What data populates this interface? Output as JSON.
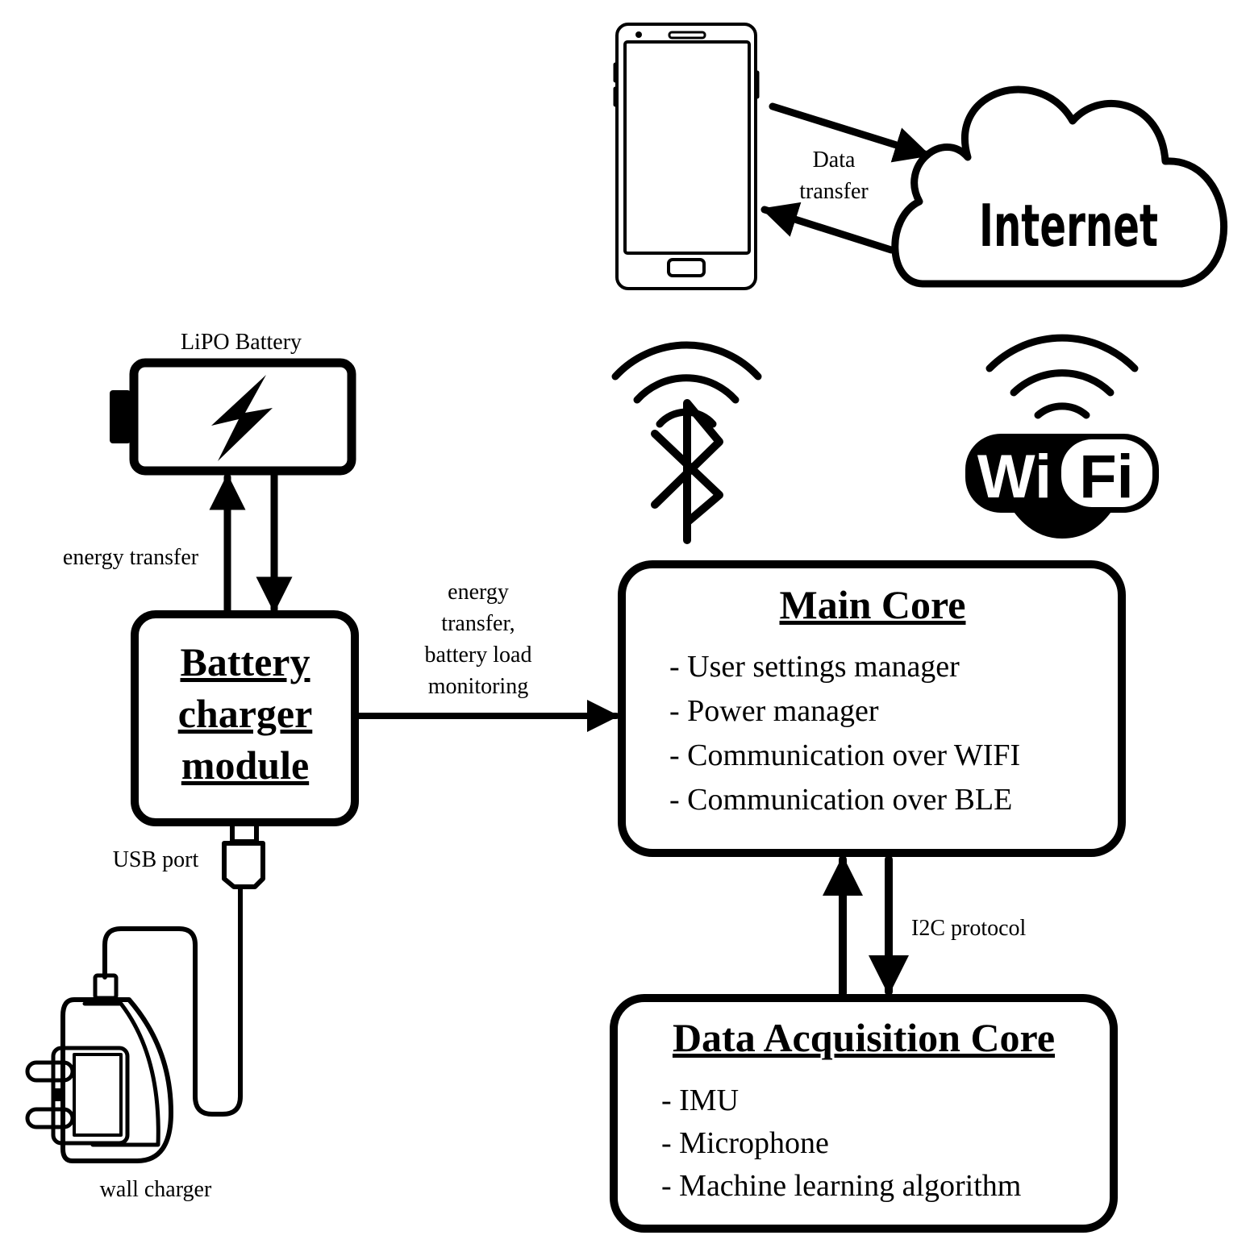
{
  "nodes": {
    "battery": {
      "label": "LiPO Battery"
    },
    "charger": {
      "title_lines": [
        "Battery",
        "charger",
        "module"
      ]
    },
    "main_core": {
      "title": "Main Core",
      "items": [
        "- User settings manager",
        "- Power manager",
        "- Communication over WIFI",
        "- Communication over BLE"
      ]
    },
    "daq_core": {
      "title": "Data Acquisition Core",
      "items": [
        "- IMU",
        "- Microphone",
        "- Machine learning algorithm"
      ]
    },
    "internet": {
      "label": "Internet"
    },
    "wifi": {
      "left": "Wi",
      "right": "Fi"
    }
  },
  "edges": {
    "battery_charger": {
      "label": "energy transfer"
    },
    "charger_main": {
      "label_lines": [
        "energy",
        "transfer,",
        "battery load",
        "monitoring"
      ]
    },
    "main_daq": {
      "label": "I2C protocol"
    },
    "phone_internet": {
      "label_lines": [
        "Data",
        "transfer"
      ]
    }
  },
  "labels": {
    "usb": "USB port",
    "wall_charger": "wall charger"
  }
}
